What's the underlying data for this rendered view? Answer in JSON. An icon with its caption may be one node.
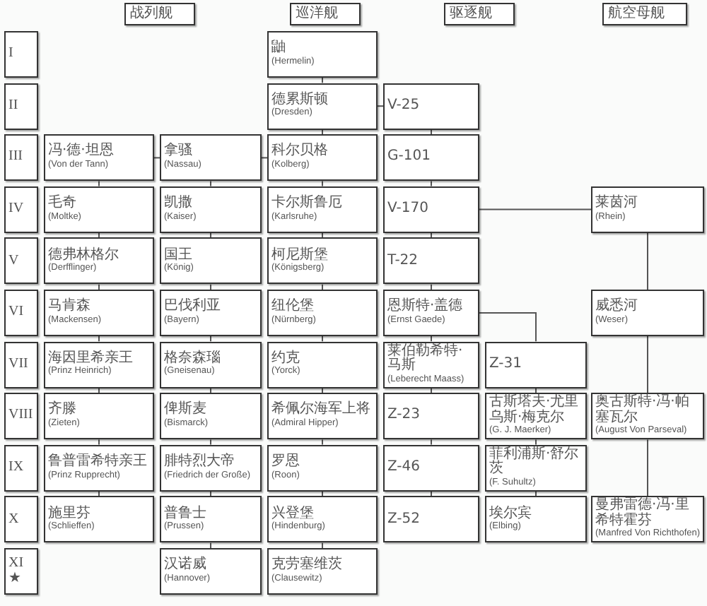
{
  "diagram": {
    "nodes": [
      {
        "text": [
          "战列舰"
        ]
      },
      {
        "text": [
          "巡洋舰"
        ]
      },
      {
        "text": [
          "驱逐舰"
        ]
      },
      {
        "text": [
          "航空母舰"
        ]
      },
      {
        "text": [
          "I"
        ]
      },
      {
        "text": [
          "鼬",
          "(Hermelin)"
        ]
      },
      {
        "text": [
          "II"
        ]
      },
      {
        "text": [
          "德累斯顿",
          "(Dresden)"
        ]
      },
      {
        "text": [
          "V-25"
        ]
      },
      {
        "text": [
          "III"
        ]
      },
      {
        "text": [
          "冯·德·坦恩",
          "(Von der Tann)"
        ]
      },
      {
        "text": [
          "拿骚",
          "(Nassau)"
        ]
      },
      {
        "text": [
          "科尔贝格",
          "(Kolberg)"
        ]
      },
      {
        "text": [
          "G-101"
        ]
      },
      {
        "text": [
          "IV"
        ]
      },
      {
        "text": [
          "毛奇",
          "(Moltke)"
        ]
      },
      {
        "text": [
          "凯撒",
          "(Kaiser)"
        ]
      },
      {
        "text": [
          "卡尔斯鲁厄",
          "(Karlsruhe)"
        ]
      },
      {
        "text": [
          "V-170"
        ]
      },
      {
        "text": [
          "莱茵河",
          "(Rhein)"
        ]
      },
      {
        "text": [
          "V"
        ]
      },
      {
        "text": [
          "德弗林格尔",
          "(Derfflinger)"
        ]
      },
      {
        "text": [
          "国王",
          "(König)"
        ]
      },
      {
        "text": [
          "柯尼斯堡",
          "(Königsberg)"
        ]
      },
      {
        "text": [
          "T-22"
        ]
      },
      {
        "text": [
          "VI"
        ]
      },
      {
        "text": [
          "马肯森",
          "(Mackensen)"
        ]
      },
      {
        "text": [
          "巴伐利亚",
          "(Bayern)"
        ]
      },
      {
        "text": [
          "纽伦堡",
          "(Nürnberg)"
        ]
      },
      {
        "text": [
          "恩斯特·盖德",
          "(Ernst Gaede)"
        ]
      },
      {
        "text": [
          "威悉河",
          "(Weser)"
        ]
      },
      {
        "text": [
          "VII"
        ]
      },
      {
        "text": [
          "海因里希亲王",
          "(Prinz Heinrich)"
        ]
      },
      {
        "text": [
          "格奈森瑙",
          "(Gneisenau)"
        ]
      },
      {
        "text": [
          "约克",
          "(Yorck)"
        ]
      },
      {
        "text": [
          "莱伯勒希特·马斯",
          "(Leberecht Maass)"
        ]
      },
      {
        "text": [
          "Z-31"
        ]
      },
      {
        "text": [
          "VIII"
        ]
      },
      {
        "text": [
          "齐滕",
          "(Zieten)"
        ]
      },
      {
        "text": [
          "俾斯麦",
          "(Bismarck)"
        ]
      },
      {
        "text": [
          "希佩尔海军上将",
          "(Admiral Hipper)"
        ]
      },
      {
        "text": [
          "Z-23"
        ]
      },
      {
        "text": [
          "古斯塔夫·尤里乌斯·梅克尔",
          "(G. J. Maerker)"
        ]
      },
      {
        "text": [
          "奥古斯特·冯·帕塞瓦尔",
          "(August Von Parseval)"
        ]
      },
      {
        "text": [
          "IX"
        ]
      },
      {
        "text": [
          "鲁普雷希特亲王",
          "(Prinz Rupprecht)"
        ]
      },
      {
        "text": [
          "腓特烈大帝",
          "(Friedrich der Große)"
        ]
      },
      {
        "text": [
          "罗恩",
          "(Roon)"
        ]
      },
      {
        "text": [
          "Z-46"
        ]
      },
      {
        "text": [
          "菲利浦斯·舒尔茨",
          "(F. Suhultz)"
        ]
      },
      {
        "text": [
          "X"
        ]
      },
      {
        "text": [
          "施里芬",
          "(Schlieffen)"
        ]
      },
      {
        "text": [
          "普鲁士",
          "(Prussen)"
        ]
      },
      {
        "text": [
          "兴登堡",
          "(Hindenburg)"
        ]
      },
      {
        "text": [
          "Z-52"
        ]
      },
      {
        "text": [
          "埃尔宾",
          "(Elbing)"
        ]
      },
      {
        "text": [
          "曼弗雷德·冯·里希特霍芬",
          "(Manfred Von Richthofen)"
        ]
      },
      {
        "text": [
          "XI ★"
        ]
      },
      {
        "text": [
          "汉诺威",
          "(Hannover)"
        ]
      },
      {
        "text": [
          "克劳塞维茨",
          "(Clausewitz)"
        ]
      }
    ],
    "edges": [
      {
        "from": 10,
        "to": 15,
        "arrow": "none"
      },
      {
        "from": 15,
        "to": 21,
        "arrow": "none"
      },
      {
        "from": 21,
        "to": 26,
        "arrow": "none"
      },
      {
        "from": 26,
        "to": 32,
        "arrow": "none"
      },
      {
        "from": 32,
        "to": 38,
        "arrow": "none"
      },
      {
        "from": 38,
        "to": 45,
        "arrow": "none"
      },
      {
        "from": 45,
        "to": 51,
        "arrow": "none"
      },
      {
        "from": 11,
        "to": 16,
        "arrow": "none"
      },
      {
        "from": 16,
        "to": 22,
        "arrow": "none"
      },
      {
        "from": 22,
        "to": 27,
        "arrow": "none"
      },
      {
        "from": 27,
        "to": 33,
        "arrow": "none"
      },
      {
        "from": 33,
        "to": 39,
        "arrow": "none"
      },
      {
        "from": 39,
        "to": 46,
        "arrow": "none"
      },
      {
        "from": 46,
        "to": 52,
        "arrow": "none"
      },
      {
        "from": 52,
        "to": 58,
        "arrow": "none"
      },
      {
        "from": 5,
        "to": 7,
        "arrow": "none"
      },
      {
        "from": 7,
        "to": 12,
        "arrow": "none"
      },
      {
        "from": 12,
        "to": 17,
        "arrow": "none"
      },
      {
        "from": 17,
        "to": 23,
        "arrow": "none"
      },
      {
        "from": 23,
        "to": 28,
        "arrow": "none"
      },
      {
        "from": 28,
        "to": 34,
        "arrow": "none"
      },
      {
        "from": 34,
        "to": 40,
        "arrow": "none"
      },
      {
        "from": 40,
        "to": 47,
        "arrow": "none"
      },
      {
        "from": 47,
        "to": 53,
        "arrow": "none"
      },
      {
        "from": 53,
        "to": 59,
        "arrow": "none"
      },
      {
        "from": 8,
        "to": 13,
        "arrow": "none"
      },
      {
        "from": 13,
        "to": 18,
        "arrow": "none"
      },
      {
        "from": 18,
        "to": 24,
        "arrow": "none"
      },
      {
        "from": 24,
        "to": 29,
        "arrow": "none"
      },
      {
        "from": 29,
        "to": 35,
        "arrow": "none"
      },
      {
        "from": 35,
        "to": 41,
        "arrow": "none"
      },
      {
        "from": 41,
        "to": 48,
        "arrow": "none"
      },
      {
        "from": 48,
        "to": 54,
        "arrow": "none"
      },
      {
        "from": 36,
        "to": 42,
        "arrow": "none"
      },
      {
        "from": 42,
        "to": 49,
        "arrow": "none"
      },
      {
        "from": 49,
        "to": 55,
        "arrow": "none"
      },
      {
        "from": 19,
        "to": 30,
        "arrow": "none"
      },
      {
        "from": 30,
        "to": 43,
        "arrow": "none"
      },
      {
        "from": 43,
        "to": 56,
        "arrow": "none"
      },
      {
        "from": 10,
        "to": 11,
        "arrow": "none"
      },
      {
        "from": 11,
        "to": 12,
        "arrow": "none"
      },
      {
        "from": 7,
        "to": 8,
        "arrow": "none"
      },
      {
        "from": 18,
        "to": 19,
        "arrow": "none"
      },
      {
        "from": 29,
        "to": 36,
        "arrow": "none"
      }
    ]
  }
}
